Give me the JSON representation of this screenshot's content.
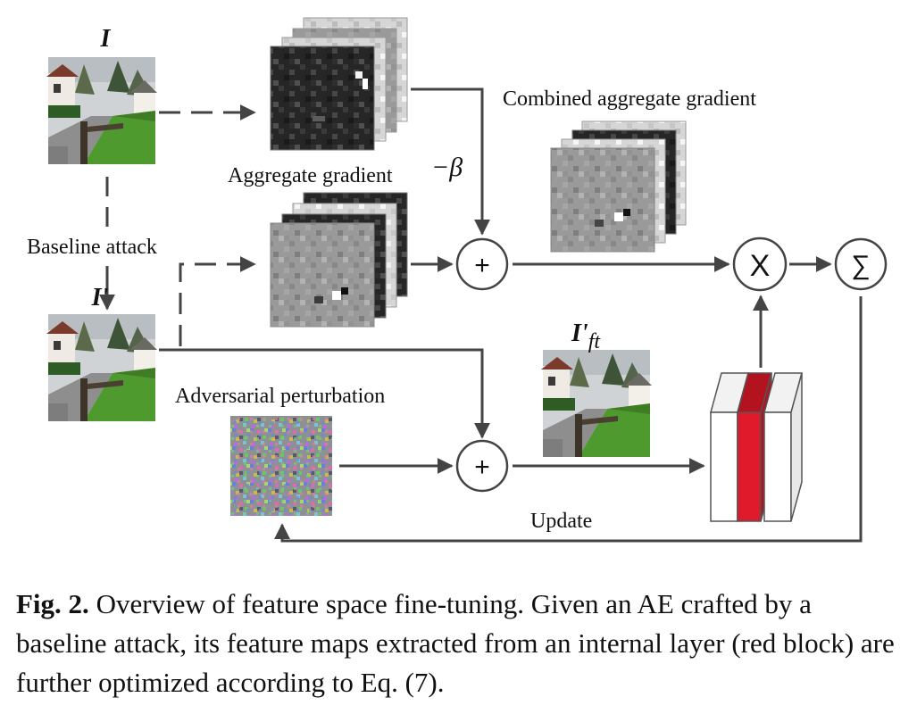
{
  "labels": {
    "I": "I",
    "I_prime": "I'",
    "I_prime_ft_main": "I'",
    "I_prime_ft_sub": "ft",
    "aggregate_gradient": "Aggregate gradient",
    "combined_aggregate_gradient": "Combined aggregate gradient",
    "baseline_attack": "Baseline attack",
    "adversarial_perturbation": "Adversarial perturbation",
    "update": "Update",
    "neg_beta": "−β"
  },
  "operators": {
    "plus_top": "+",
    "plus_bottom": "+",
    "multiply": "X",
    "sum": "∑"
  },
  "caption": {
    "figure_label": "Fig. 2.",
    "text": " Overview of feature space fine-tuning. Given an AE crafted by a baseline attack, its feature maps extracted from an internal layer (red block) are further optimized according to Eq. (7)."
  },
  "colors": {
    "arrow": "#444444",
    "highlight_block": "#e0192b",
    "sky": "#c8ccd0",
    "grass": "#4f9a2e",
    "road": "#8c8c8c"
  },
  "icons": {
    "image_thumbnail": "photo-icon",
    "gradient_map": "feature-map-stack-icon",
    "noise": "noise-pattern-icon",
    "network": "layer-blocks-icon"
  }
}
